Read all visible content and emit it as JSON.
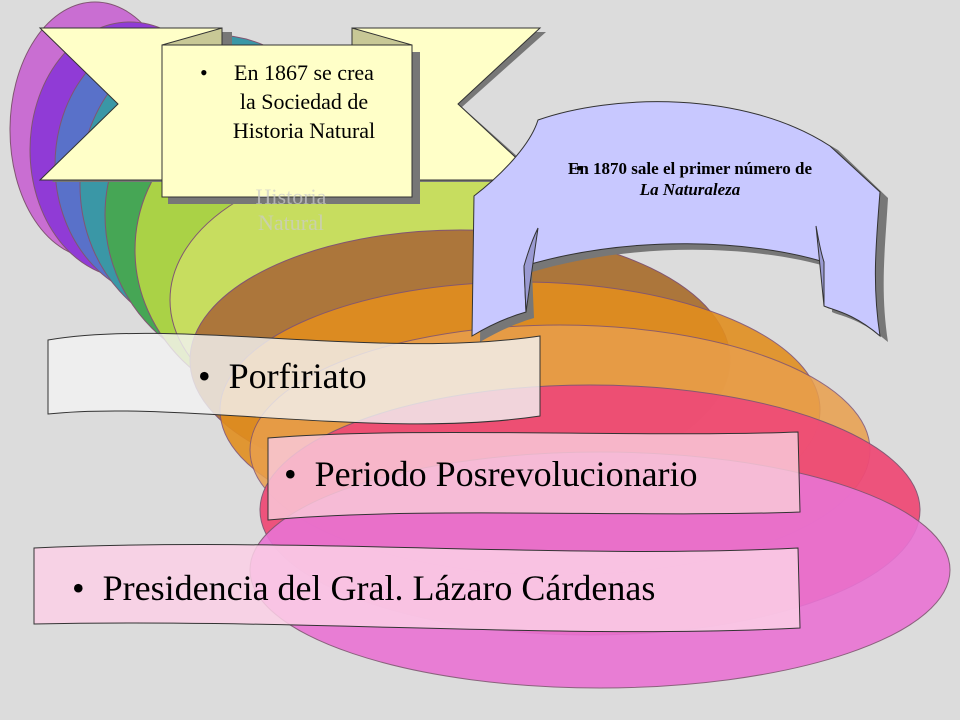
{
  "slide": {
    "item1": "En 1867 se crea la Sociedad de Historia Natural",
    "item1_echo": "Historia Natural",
    "item2_part1": "En 1870 sale el primer número de ",
    "item2_part2": "La Naturaleza",
    "band1": "Porfiriato",
    "band2": "Periodo Posrevolucionario",
    "band3": "Presidencia del Gral. Lázaro Cárdenas"
  },
  "colors": {
    "background": "#dcdcdc",
    "ellipses": [
      "#c85fd0",
      "#8a2bd8",
      "#4f63c8",
      "#2f8fa0",
      "#3aa048",
      "#a9d23a",
      "#c9e050",
      "#b08030",
      "#e08a10",
      "#f04070",
      "#e85ad0"
    ],
    "banner_yellow": "#ffffc8",
    "banner_blue": "#c8c8ff"
  }
}
